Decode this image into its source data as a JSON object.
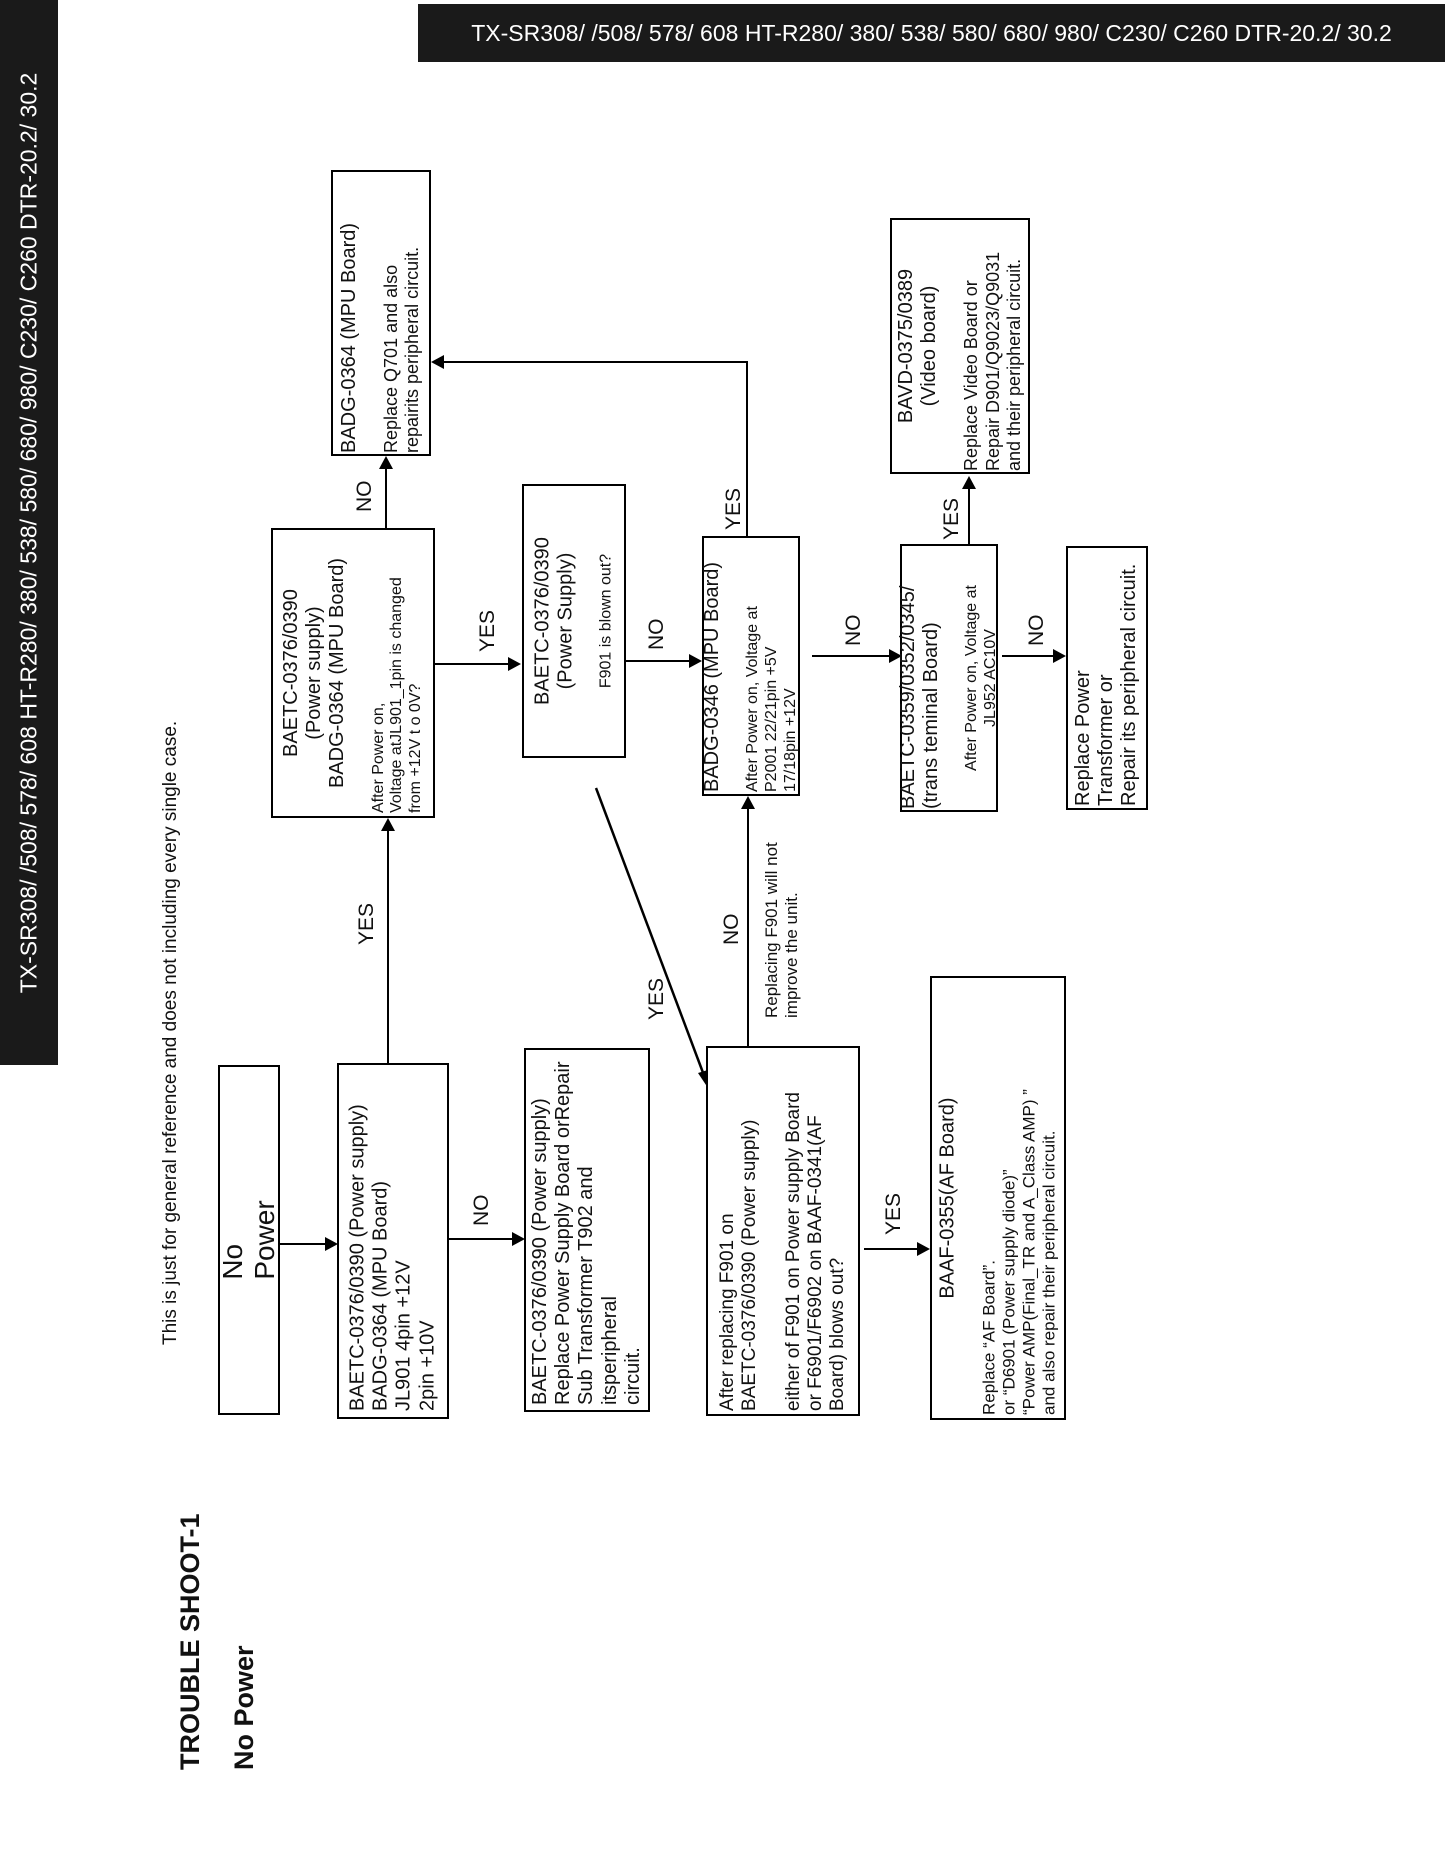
{
  "page": {
    "header_models": "TX-SR308/ /508/ 578/ 608  HT-R280/ 380/ 538/ 580/ 680/ 980/ C230/ C260  DTR-20.2/ 30.2",
    "sidebar_models": "TX-SR308/ /508/ 578/ 608  HT-R280/ 380/ 538/ 580/ 680/ 980/ C230/ C260  DTR-20.2/ 30.2",
    "title_line1": "TROUBLE SHOOT-1",
    "title_line2": "No Power",
    "note": "This is just for general reference and does not including every single case."
  },
  "nodes": {
    "start": {
      "label": "No Power"
    },
    "n1": {
      "head": "BAETC-0376/0390 (Power supply)\nBADG-0364 (MPU Board)\nJL901 4pin +12V\n            2pin +10V"
    },
    "n2": {
      "head": "BAETC-0376/0390 (Power supply)\nReplace Power Supply Board orRepair\nSub Transformer T902 and itsperipheral\ncircuit."
    },
    "n3": {
      "head": "BAETC-0376/0390\n(Power supply)\nBADG-0364 (MPU Board)",
      "sub": "After Power on,\nVoltage atJL901_1pin is changed\nfrom +12V t o 0V?"
    },
    "n4": {
      "head": "BADG-0364 (MPU Board)",
      "sub": "Replace Q701 and also\nrepairits peripheral circuit."
    },
    "n5": {
      "head": "BAETC-0376/0390\n(Power Supply)",
      "sub": "F901 is blown out?"
    },
    "n6": {
      "head": "BADG-0346 (MPU Board)",
      "sub": "After Power on, Voltage at\nP2001 22/21pin   +5V\n          17/18pin   +12V"
    },
    "n7": {
      "head": "BAETC-0359/0352/0345/\n(trans teminal Board)",
      "sub": "After Power on, Voltage at\nJL952 AC10V"
    },
    "n8": {
      "head": "BAVD-0375/0389\n(Video board)",
      "sub": "Replace Video Board or\nRepair D901/Q9023/Q9031\nand their peripheral circuit."
    },
    "n9": {
      "head": "Replace Power\nTransformer or\nRepair its peripheral circuit."
    },
    "n10": {
      "head": "After replacing F901 on\nBAETC-0376/0390 (Power supply)\n\neither of F901 on Power supply Board\nor F6901/F6902 on BAAF-0341(AF\nBoard) blows out?"
    },
    "n11": {
      "head": "BAAF-0355(AF Board)",
      "sub": "Replace “AF Board”.\nor “D6901 (Power supply diode)”\n“Power AMP(Final_TR and A_Class AMP) ”\nand also repair their peripheral circuit."
    }
  },
  "edge_labels": {
    "e_start_n1": "",
    "e_n1_n2": "NO",
    "e_n1_n3": "YES",
    "e_n3_n4": "NO",
    "e_n3_n5": "YES",
    "e_n5_n6": "NO",
    "e_n5_n10": "YES",
    "e_n6_n4": "YES",
    "e_n6_n7": "NO",
    "e_n7_n8": "YES",
    "e_n7_n9": "NO",
    "e_n10_n6": "NO",
    "e_n10_n11": "YES",
    "note_f901": "Replacing F901 will not\nimprove the unit."
  }
}
